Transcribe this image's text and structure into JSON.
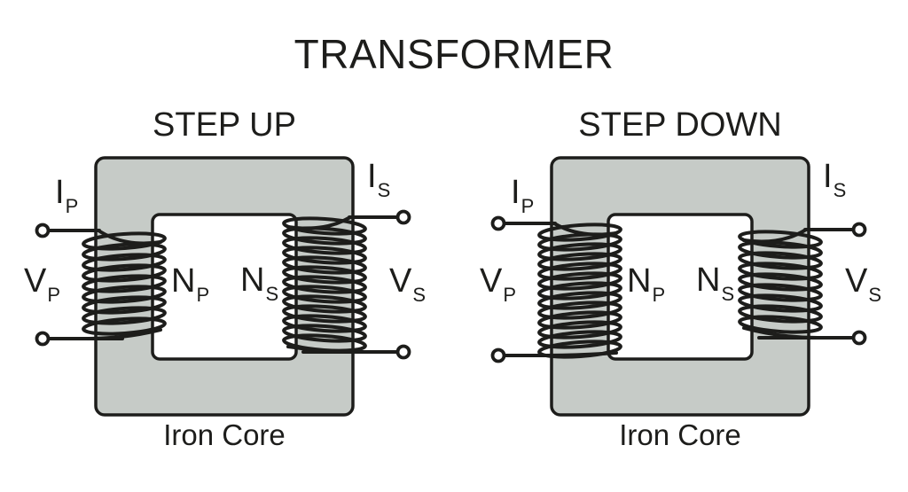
{
  "title": "TRANSFORMER",
  "colors": {
    "core_fill": "#c6cbc7",
    "ink": "#1d1d1b"
  },
  "transformers": [
    {
      "heading": "STEP UP",
      "core_label": "Iron Core",
      "primary": {
        "current_main": "I",
        "current_sub": "P",
        "voltage_main": "V",
        "voltage_sub": "P",
        "turns_main": "N",
        "turns_sub": "P",
        "coil_turns": 9
      },
      "secondary": {
        "current_main": "I",
        "current_sub": "S",
        "voltage_main": "V",
        "voltage_sub": "S",
        "turns_main": "N",
        "turns_sub": "S",
        "coil_turns": 13
      }
    },
    {
      "heading": "STEP DOWN",
      "core_label": "Iron Core",
      "primary": {
        "current_main": "I",
        "current_sub": "P",
        "voltage_main": "V",
        "voltage_sub": "P",
        "turns_main": "N",
        "turns_sub": "P",
        "coil_turns": 13
      },
      "secondary": {
        "current_main": "I",
        "current_sub": "S",
        "voltage_main": "V",
        "voltage_sub": "S",
        "turns_main": "N",
        "turns_sub": "S",
        "coil_turns": 9
      }
    }
  ]
}
